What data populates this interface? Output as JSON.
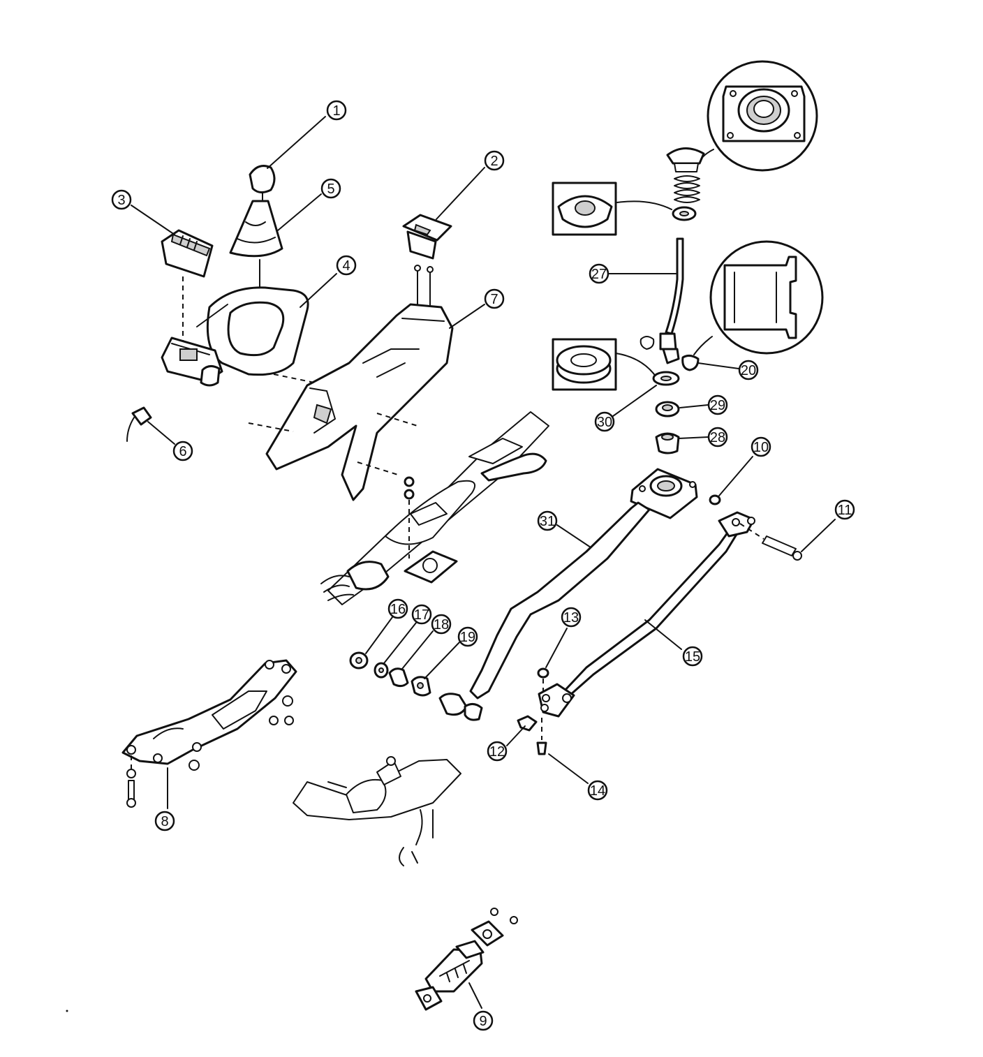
{
  "callouts": [
    {
      "id": "c1",
      "label": "1"
    },
    {
      "id": "c2",
      "label": "2"
    },
    {
      "id": "c3",
      "label": "3"
    },
    {
      "id": "c4",
      "label": "4"
    },
    {
      "id": "c5",
      "label": "5"
    },
    {
      "id": "c6",
      "label": "6"
    },
    {
      "id": "c7",
      "label": "7"
    },
    {
      "id": "c8",
      "label": "8"
    },
    {
      "id": "c9",
      "label": "9"
    },
    {
      "id": "c10",
      "label": "10"
    },
    {
      "id": "c11",
      "label": "11"
    },
    {
      "id": "c12",
      "label": "12"
    },
    {
      "id": "c13",
      "label": "13"
    },
    {
      "id": "c14",
      "label": "14"
    },
    {
      "id": "c15",
      "label": "15"
    },
    {
      "id": "c16",
      "label": "16"
    },
    {
      "id": "c17",
      "label": "17"
    },
    {
      "id": "c18",
      "label": "18"
    },
    {
      "id": "c19",
      "label": "19"
    },
    {
      "id": "c20",
      "label": "20"
    },
    {
      "id": "c27",
      "label": "27"
    },
    {
      "id": "c28",
      "label": "28"
    },
    {
      "id": "c29",
      "label": "29"
    },
    {
      "id": "c30",
      "label": "30"
    },
    {
      "id": "c31",
      "label": "31"
    }
  ]
}
